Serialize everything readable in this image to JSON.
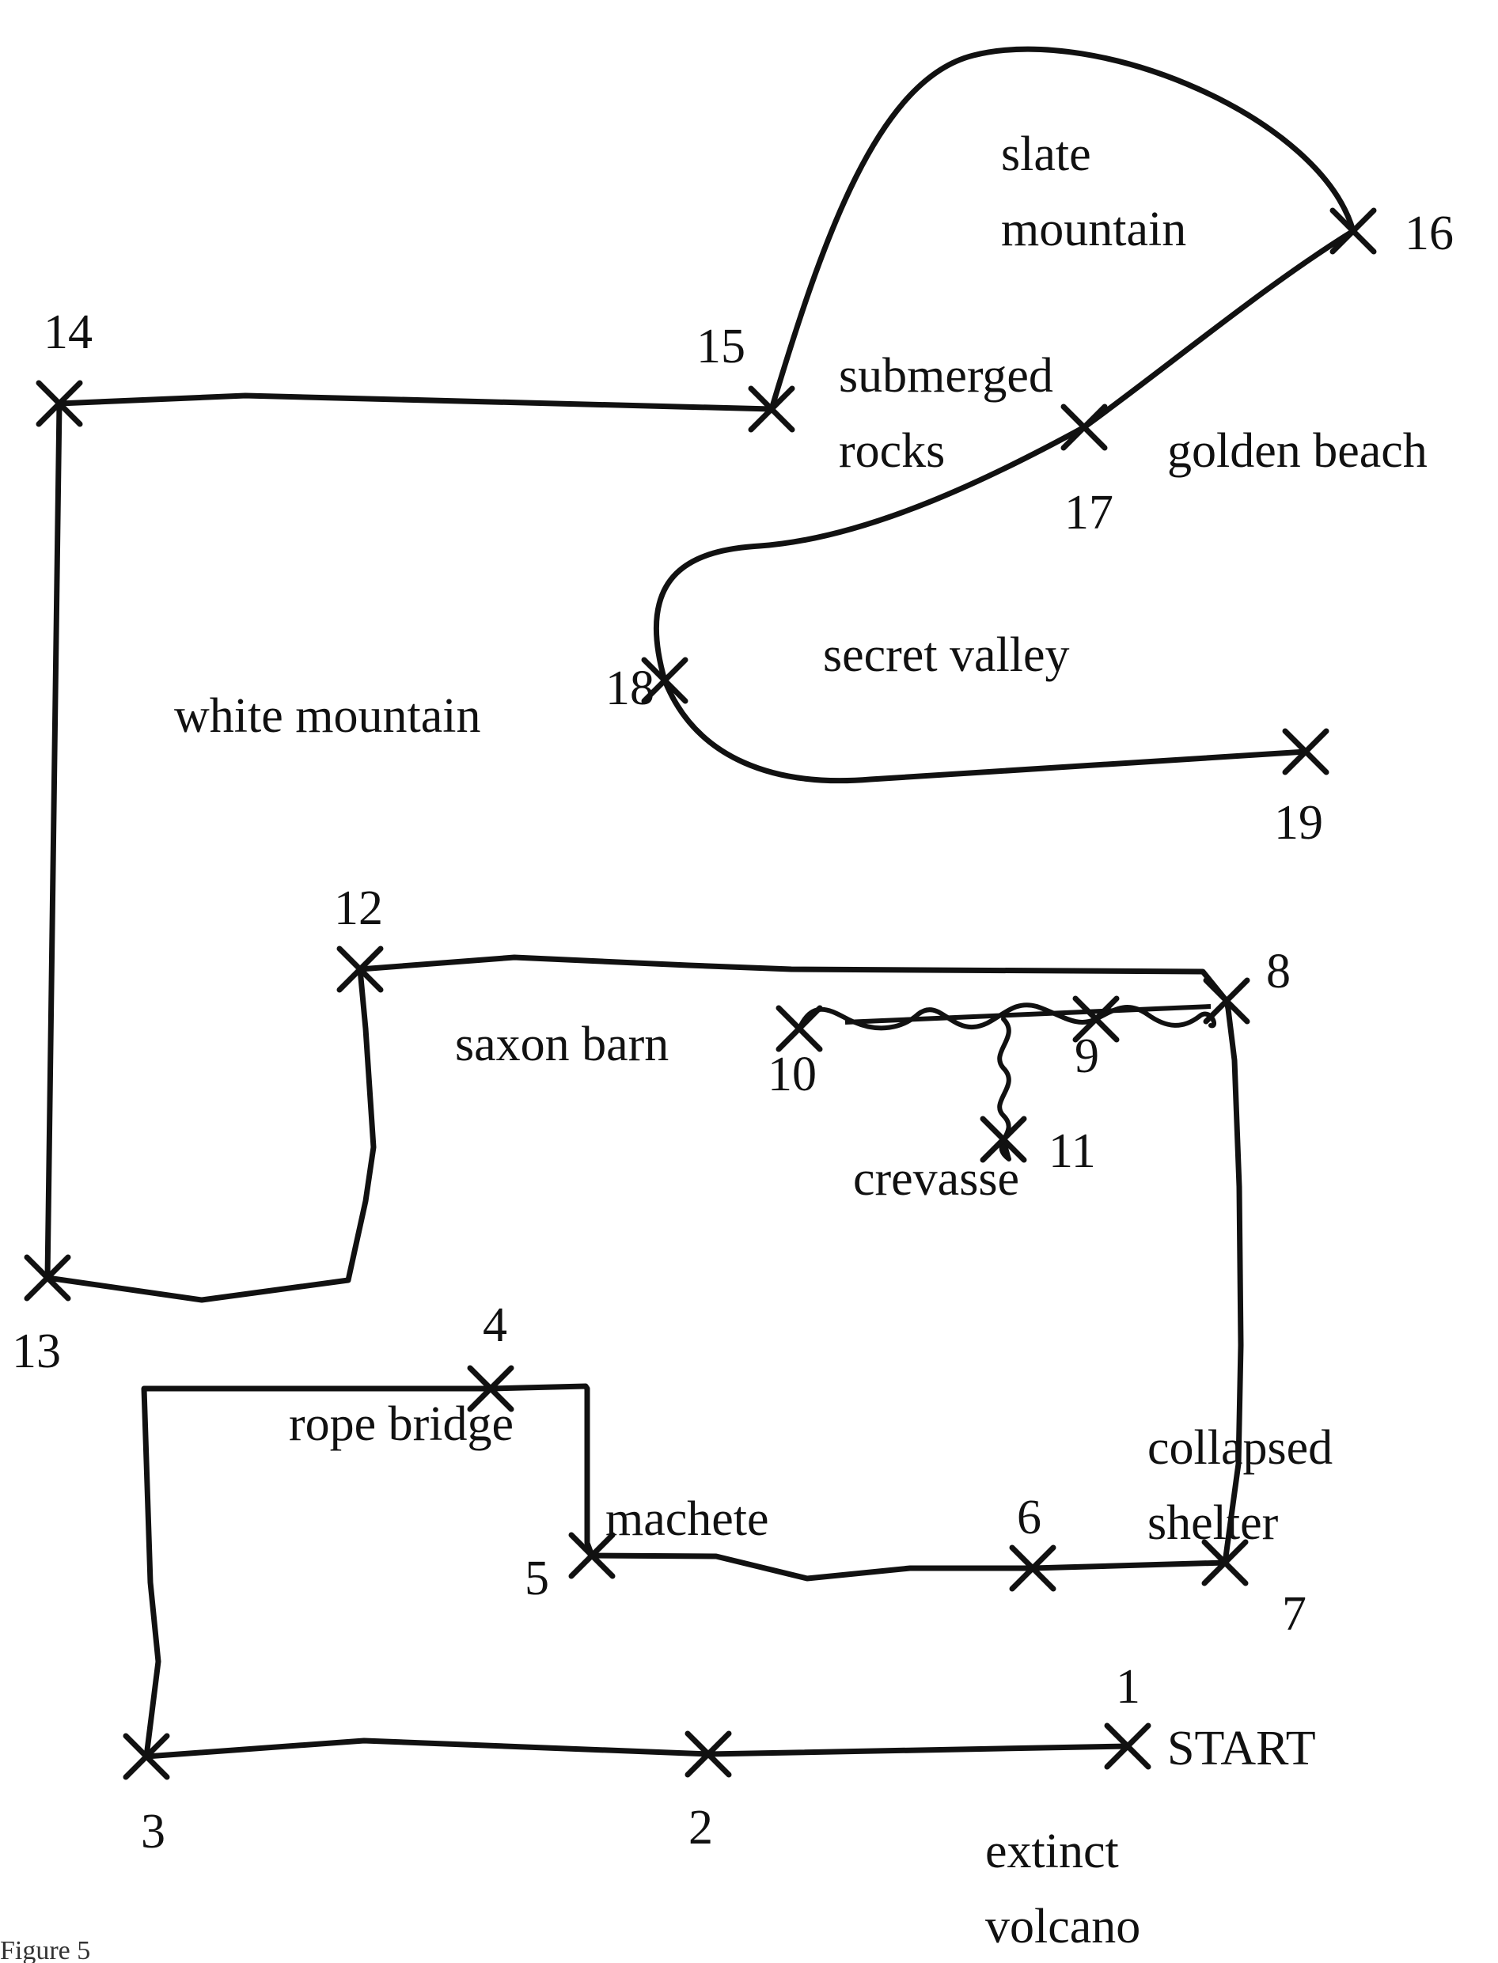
{
  "figure_caption": "Figure 5",
  "waypoints": [
    {
      "id": "wp1",
      "number": "1"
    },
    {
      "id": "wp2",
      "number": "2"
    },
    {
      "id": "wp3",
      "number": "3"
    },
    {
      "id": "wp4",
      "number": "4"
    },
    {
      "id": "wp5",
      "number": "5"
    },
    {
      "id": "wp6",
      "number": "6"
    },
    {
      "id": "wp7",
      "number": "7"
    },
    {
      "id": "wp8",
      "number": "8"
    },
    {
      "id": "wp9",
      "number": "9"
    },
    {
      "id": "wp10",
      "number": "10"
    },
    {
      "id": "wp11",
      "number": "11"
    },
    {
      "id": "wp12",
      "number": "12"
    },
    {
      "id": "wp13",
      "number": "13"
    },
    {
      "id": "wp14",
      "number": "14"
    },
    {
      "id": "wp15",
      "number": "15"
    },
    {
      "id": "wp16",
      "number": "16"
    },
    {
      "id": "wp17",
      "number": "17"
    },
    {
      "id": "wp18",
      "number": "18"
    },
    {
      "id": "wp19",
      "number": "19"
    }
  ],
  "places": {
    "start": "START",
    "extinct_volcano": [
      "extinct",
      "volcano"
    ],
    "rope_bridge": "rope bridge",
    "machete": "machete",
    "collapsed_shelter": [
      "collapsed",
      "shelter"
    ],
    "saxon_barn": "saxon barn",
    "crevasse": "crevasse",
    "white_mountain": "white mountain",
    "submerged_rocks": [
      "submerged",
      "rocks"
    ],
    "slate_mountain": [
      "slate",
      "mountain"
    ],
    "golden_beach": "golden beach",
    "secret_valley": "secret valley"
  }
}
